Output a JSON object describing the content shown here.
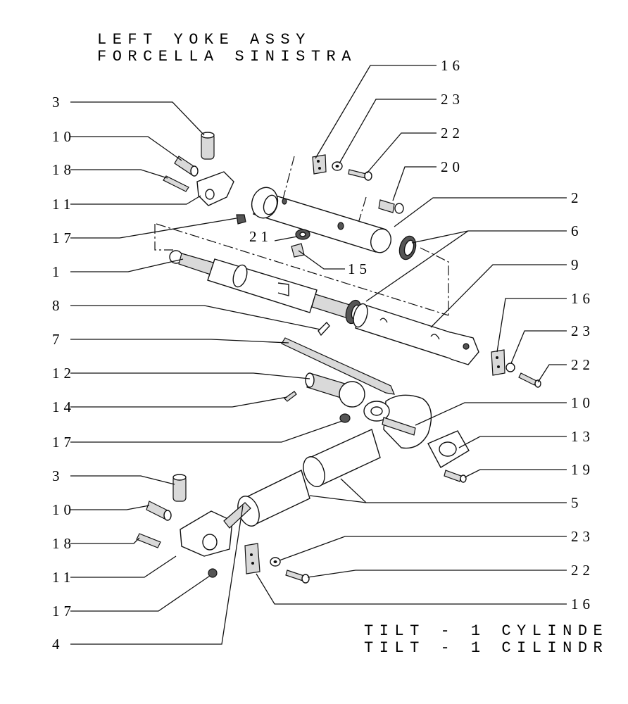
{
  "title": {
    "line1": "LEFT YOKE ASSY",
    "line2": "FORCELLA SINISTRA"
  },
  "subtitle": {
    "line1": "TILT - 1 CYLINDE",
    "line2": "TILT - 1 CILINDR"
  },
  "callouts_left": [
    "3",
    "10",
    "18",
    "11",
    "17",
    "1",
    "8",
    "7",
    "12",
    "14",
    "17",
    "3",
    "10",
    "18",
    "11",
    "17",
    "4"
  ],
  "callouts_right": [
    "16",
    "23",
    "22",
    "20",
    "2",
    "6",
    "9",
    "16",
    "23",
    "22",
    "10",
    "13",
    "19",
    "5",
    "23",
    "22",
    "16"
  ],
  "callouts_inner": [
    "21",
    "15"
  ]
}
